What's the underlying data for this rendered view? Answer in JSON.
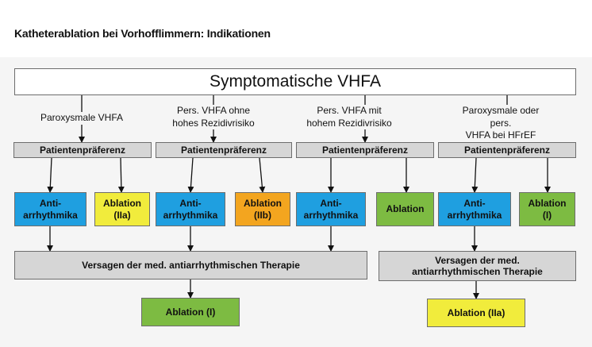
{
  "title": "Katheterablation bei Vorhofflimmern: Indikationen",
  "root": "Symptomatische VHFA",
  "branches": [
    {
      "label": "Paroxysmale VHFA",
      "preference": "Patientenpräferenz",
      "left": "Anti-\narrhythmika",
      "right": "Ablation\n(IIa)"
    },
    {
      "label": "Pers. VHFA ohne\nhohes Rezidivrisiko",
      "preference": "Patientenpräferenz",
      "left": "Anti-\narrhythmika",
      "right": "Ablation\n(IIb)"
    },
    {
      "label": "Pers. VHFA mit\nhohem Rezidivrisiko",
      "preference": "Patientenpräferenz",
      "left": "Anti-\narrhythmika",
      "right": "Ablation"
    },
    {
      "label": "Paroxysmale oder pers.\nVHFA bei HFrEF",
      "preference": "Patientenpräferenz",
      "left": "Anti-\narrhythmika",
      "right": "Ablation\n(I)"
    }
  ],
  "failure_left": "Versagen der med. antiarrhythmischen Therapie",
  "failure_right": "Versagen der med.\nantiarrhythmischen Therapie",
  "outcome_left": "Ablation (I)",
  "outcome_right": "Ablation (IIa)",
  "colors": {
    "antiarrhythmika": "#1f9fe0",
    "ablation_IIa": "#f1ec3c",
    "ablation_IIb": "#f3a51f",
    "ablation_I": "#7dbb42",
    "preference_box": "#d6d6d6"
  }
}
